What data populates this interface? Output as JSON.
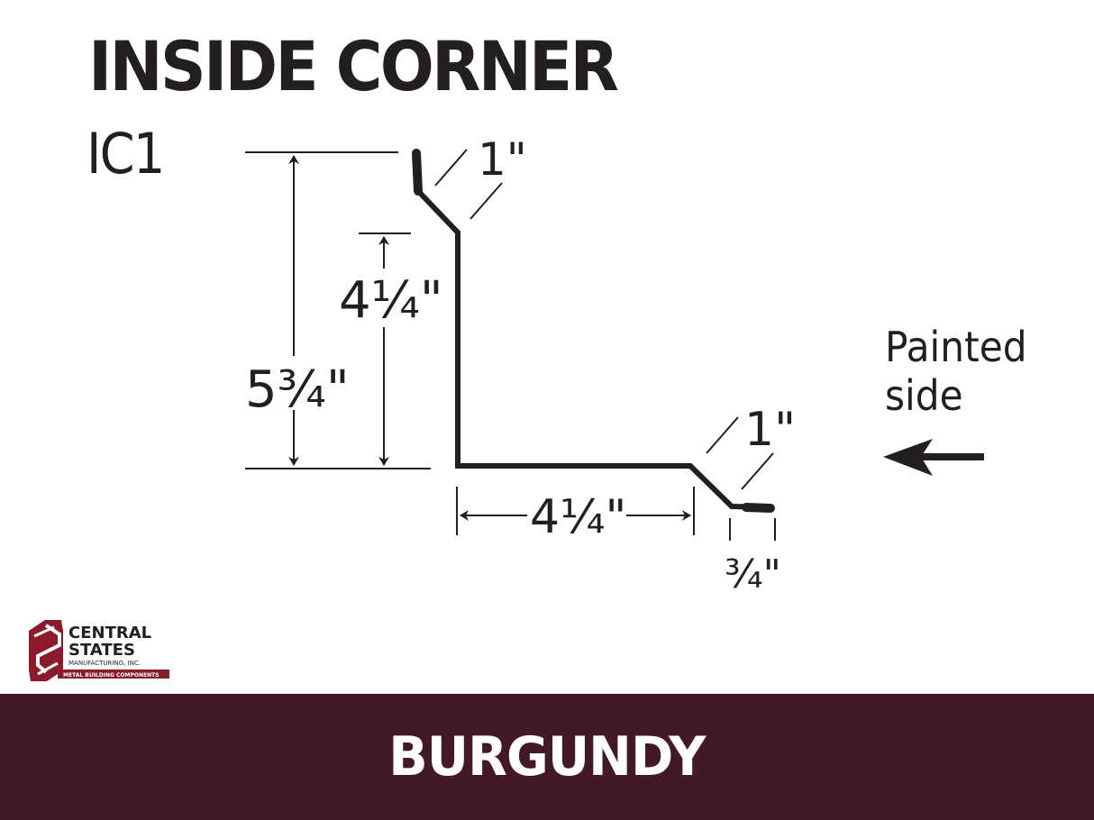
{
  "header": {
    "title": "INSIDE CORNER",
    "code": "IC1"
  },
  "diagram": {
    "dimensions": {
      "top_flange": "1\"",
      "overall_height": "5¾\"",
      "inner_height": "4¼\"",
      "bottom_width": "4¼\"",
      "bottom_flange": "1\"",
      "hem": "¾\""
    },
    "painted_side": {
      "line1": "Painted",
      "line2": "side"
    },
    "colors": {
      "line": "#231f20"
    }
  },
  "logo": {
    "line1": "CENTRAL",
    "line2": "STATES",
    "line3": "MANUFACTURING, INC.",
    "tagline": "METAL BUILDING COMPONENTS",
    "brand_color": "#8b1a2b"
  },
  "footer": {
    "color_name": "BURGUNDY",
    "band_color": "#421924"
  }
}
